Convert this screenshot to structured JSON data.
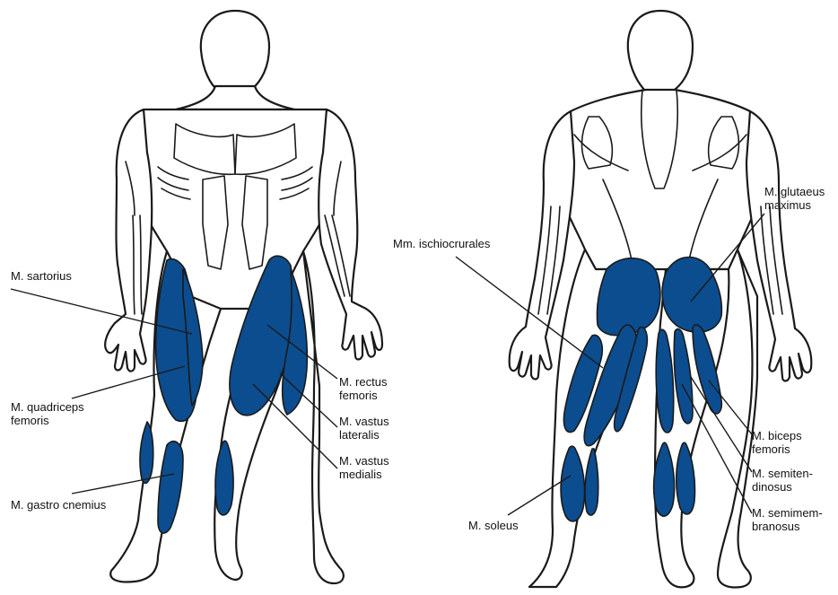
{
  "colors": {
    "highlight": "#0b4d8f",
    "outline": "#1a1a1a",
    "background": "#ffffff"
  },
  "figures": {
    "front": {
      "name": "front-view-figure"
    },
    "back": {
      "name": "back-view-figure"
    }
  },
  "labels": {
    "sartorius": {
      "line1": "M. sartorius",
      "line2": ""
    },
    "quadriceps": {
      "line1": "M. quadriceps",
      "line2": "femoris"
    },
    "gastrocnemius": {
      "line1": "M. gastro cnemius",
      "line2": ""
    },
    "rectus": {
      "line1": "M. rectus",
      "line2": "femoris"
    },
    "vastus_lateralis": {
      "line1": "M. vastus",
      "line2": "lateralis"
    },
    "vastus_medialis": {
      "line1": "M. vastus",
      "line2": "medialis"
    },
    "ischiocrurales": {
      "line1": "Mm. ischiocrurales",
      "line2": ""
    },
    "glutaeus": {
      "line1": "M. glutaeus",
      "line2": "maximus"
    },
    "biceps": {
      "line1": "M. biceps",
      "line2": "femoris"
    },
    "semitendinosus": {
      "line1": "M. semiten-",
      "line2": "dinosus"
    },
    "semimembranosus": {
      "line1": "M. semimem-",
      "line2": "branosus"
    },
    "soleus": {
      "line1": "M. soleus",
      "line2": ""
    }
  }
}
